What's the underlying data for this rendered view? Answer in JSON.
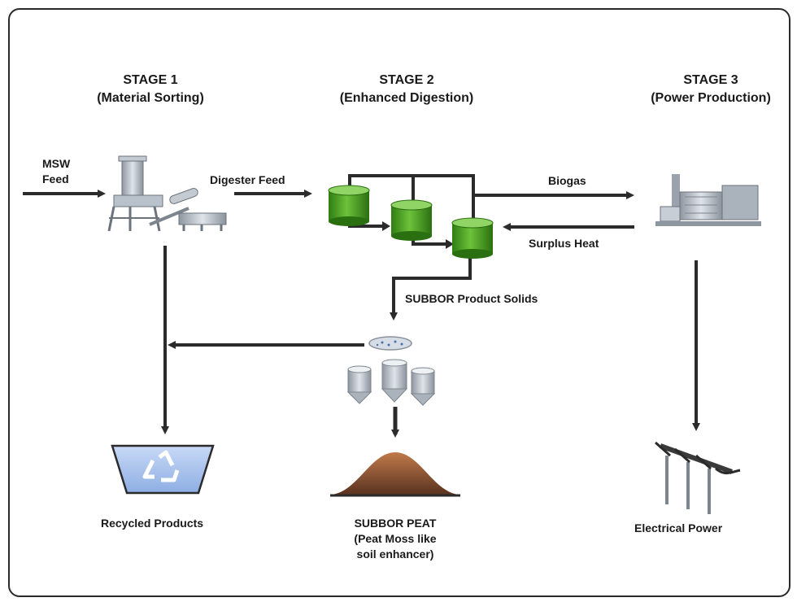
{
  "stages": [
    {
      "title": "STAGE 1",
      "subtitle": "(Material Sorting)"
    },
    {
      "title": "STAGE 2",
      "subtitle": "(Enhanced Digestion)"
    },
    {
      "title": "STAGE 3",
      "subtitle": "(Power Production)"
    }
  ],
  "flow_labels": {
    "msw_feed_1": "MSW",
    "msw_feed_2": "Feed",
    "digester_feed": "Digester Feed",
    "biogas": "Biogas",
    "surplus_heat": "Surplus Heat",
    "product_solids": "SUBBOR Product Solids"
  },
  "outputs": {
    "recycled": "Recycled Products",
    "peat_1": "SUBBOR PEAT",
    "peat_2": "(Peat Moss like",
    "peat_3": "soil enhancer)",
    "power": "Electrical Power"
  },
  "colors": {
    "tank_green": "#3f9a1e",
    "peat_brown": "#8a5a3a",
    "recycle_blue": "#a9c3ee",
    "arrow": "#2b2b2b"
  }
}
